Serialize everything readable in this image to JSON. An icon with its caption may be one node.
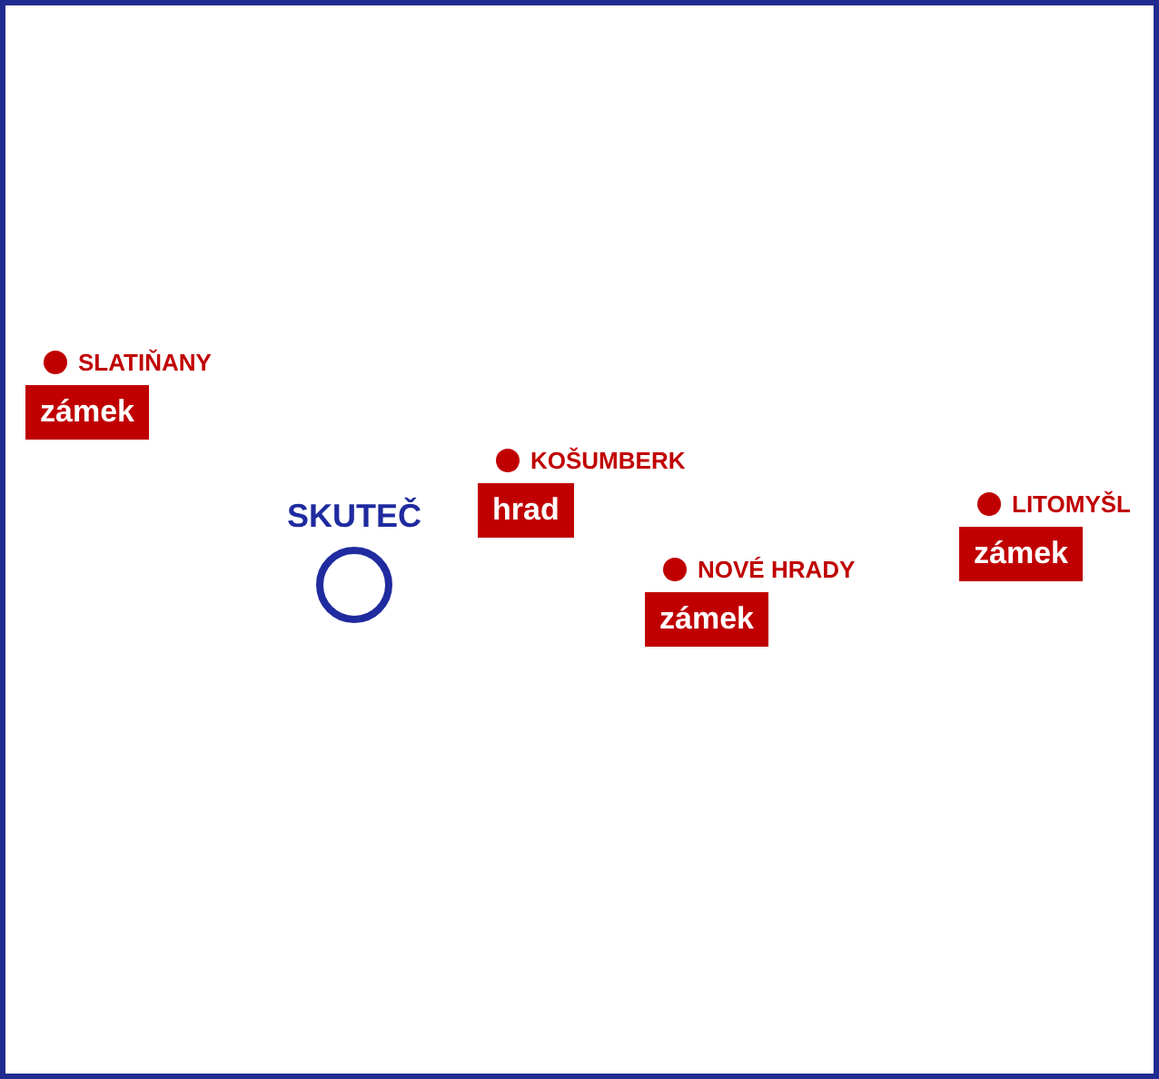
{
  "diagram": {
    "nodes": [
      {
        "text": [
          "SLATIŇANY",
          "zámek"
        ]
      },
      {
        "text": [
          "SKUTEČ"
        ]
      },
      {
        "text": [
          "KOŠUMBERK",
          "hrad"
        ]
      },
      {
        "text": [
          "NOVÉ HRADY",
          "zámek"
        ]
      },
      {
        "text": [
          "LITOMYŠL",
          "zámek"
        ]
      }
    ],
    "edges": []
  }
}
